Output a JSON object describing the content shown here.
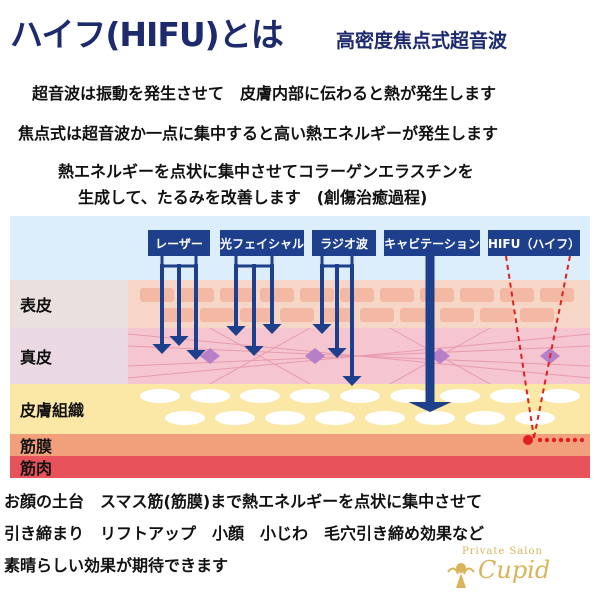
{
  "header": {
    "title": "ハイフ(HIFU)とは",
    "subtitle": "高密度焦点式超音波"
  },
  "intro": {
    "line1": "超音波は振動を発生させて　皮膚内部に伝わると熱が発生します",
    "line2": "焦点式は超音波か一点に集中すると高い熱エネルギーが発生します",
    "line3": "熱エネルギーを点状に集中させてコラーゲンエラスチンを",
    "line4": "生成して、たるみを改善します　(創傷治癒過程)"
  },
  "diagram": {
    "layers": [
      {
        "label": "表皮",
        "color": "#f6d7c7"
      },
      {
        "label": "真皮",
        "color": "#f5c6cf"
      },
      {
        "label": "皮膚組織",
        "color": "#fbe8a6"
      },
      {
        "label": "筋膜",
        "color": "#f2a07c"
      },
      {
        "label": "筋肉",
        "color": "#e8525a"
      }
    ],
    "methods": [
      {
        "label": "レーザー"
      },
      {
        "label": "光フェイシャル"
      },
      {
        "label": "ラジオ波"
      },
      {
        "label": "キャビテーション"
      },
      {
        "label": "HIFU（ハイフ）"
      }
    ],
    "colors": {
      "arrow": "#1e3f8c",
      "focus": "#e02020",
      "background": "#dceefb"
    }
  },
  "outro": {
    "line1": "お顔の土台　スマス筋(筋膜)まで熱エネルギーを点状に集中させて",
    "line2": "引き締まり　リフトアップ　小顔　小じわ　毛穴引き締め効果など",
    "line3": "素晴らしい効果が期待できます"
  },
  "logo": {
    "small": "Private Salon",
    "big": "Cupid",
    "color": "#d9b45a"
  }
}
